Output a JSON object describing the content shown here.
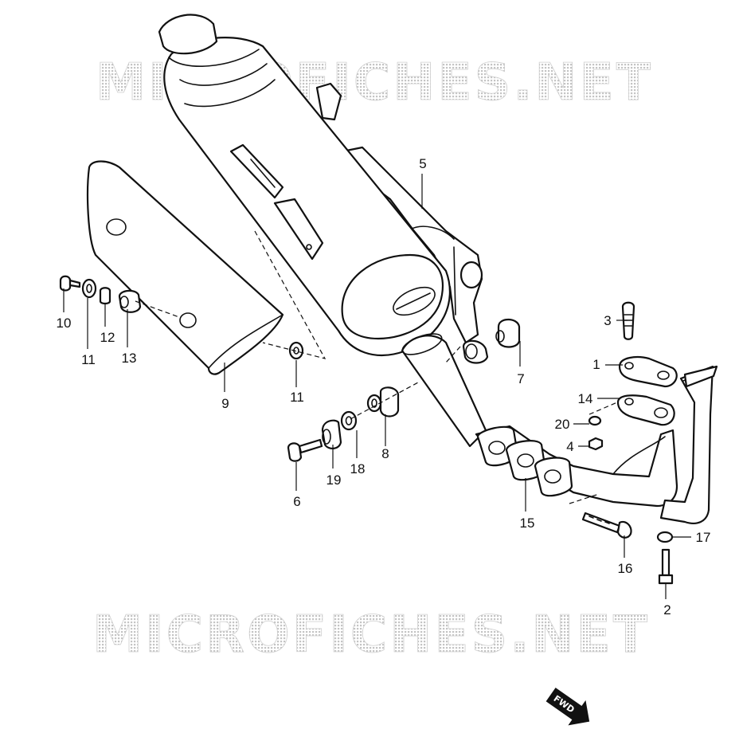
{
  "watermark": "MICROFICHES.NET",
  "fwd_label": "FWD",
  "callouts": [
    "1",
    "2",
    "3",
    "4",
    "5",
    "6",
    "7",
    "8",
    "9",
    "10",
    "11",
    "11",
    "12",
    "13",
    "14",
    "15",
    "16",
    "17",
    "18",
    "19",
    "20"
  ],
  "colors": {
    "line": "#111111",
    "watermark": "#cfcfcf",
    "background": "#ffffff"
  }
}
